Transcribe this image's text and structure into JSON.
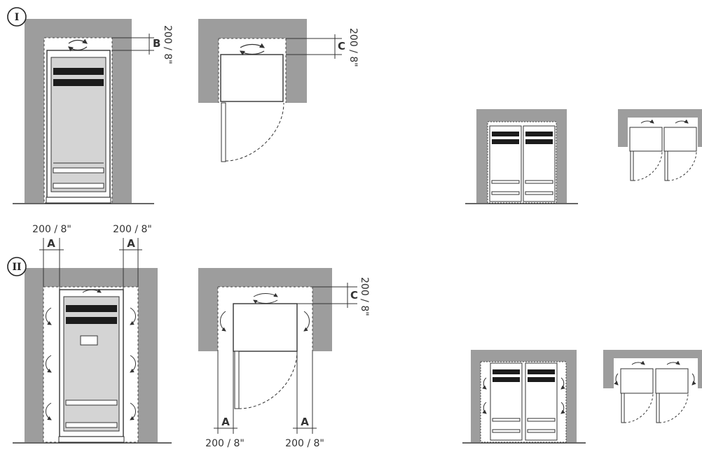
{
  "section_i": {
    "badge": "I",
    "dim_b": "200 / 8\"",
    "letter_b": "B",
    "dim_c": "200 / 8\"",
    "letter_c": "C"
  },
  "section_ii": {
    "badge": "II",
    "dim_a_left": "200 / 8\"",
    "letter_a_left": "A",
    "dim_a_right": "200 / 8\"",
    "letter_a_right": "A",
    "dim_c": "200 / 8\"",
    "letter_c": "C",
    "plan_letter_a_left": "A",
    "plan_letter_a_right": "A",
    "plan_dim_a_left": "200 / 8\"",
    "plan_dim_a_right": "200 / 8\""
  },
  "colors": {
    "wall": "#9d9d9d",
    "line": "#333333",
    "fridge_fill": "#d4d4d4",
    "shelf_dark": "#1c1c1c"
  }
}
